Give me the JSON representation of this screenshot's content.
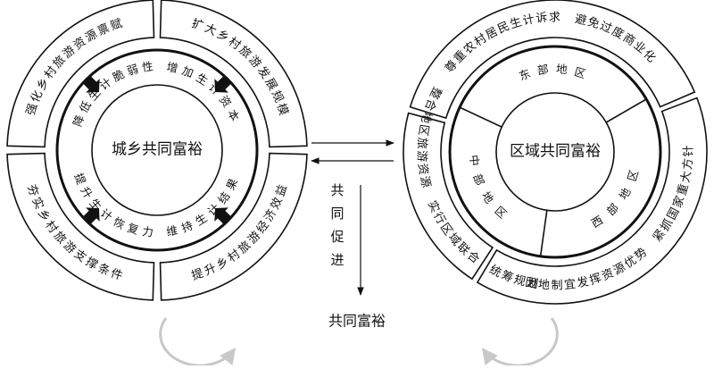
{
  "left_diagram": {
    "center": "城乡共同富裕",
    "outer_segments": [
      "强化乡村旅游资源禀赋",
      "扩大乡村旅游发展规模",
      "提升乡村旅游经济效益",
      "夯实乡村旅游支撑条件"
    ],
    "inner_labels": [
      "降低生计脆弱性",
      "增加生计资本",
      "维持生计结果",
      "提升生计恢复力"
    ]
  },
  "middle": {
    "vertical_label": "共同促进",
    "bottom_label": "共同富裕"
  },
  "right_diagram": {
    "center": "区域共同富裕",
    "outer_segments": [
      "尊重农村居民生计诉求 避免过度商业化",
      "因地制宜发挥资源优势 紧抓国家重大方针",
      "整合地区旅游资源 实行区域联合 统筹规划"
    ],
    "regions": [
      "东部地区",
      "西部地区",
      "中部地区"
    ]
  }
}
